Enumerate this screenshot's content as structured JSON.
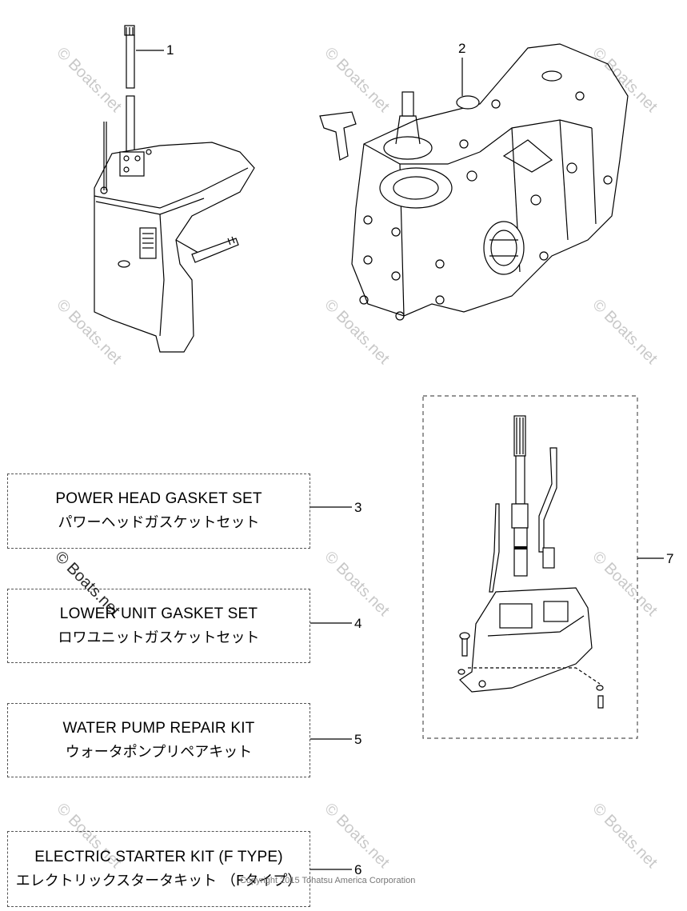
{
  "callouts": [
    "1",
    "2",
    "3",
    "4",
    "5",
    "6",
    "7"
  ],
  "kits": [
    {
      "en": "POWER HEAD GASKET SET",
      "jp": "パワーヘッドガスケットセット"
    },
    {
      "en": "LOWER UNIT GASKET SET",
      "jp": "ロワユニットガスケットセット"
    },
    {
      "en": "WATER PUMP REPAIR KIT",
      "jp": "ウォータポンプリペアキット"
    },
    {
      "en": "ELECTRIC STARTER KIT (F TYPE)",
      "jp": "エレクトリックスタータキット （Fタイプ）"
    }
  ],
  "watermark": "© Boats.net",
  "copyright": "Copyright 2015 Tohatsu America Corporation",
  "colors": {
    "line": "#000000",
    "box_border": "#555555",
    "watermark": "#bbbbbb"
  }
}
